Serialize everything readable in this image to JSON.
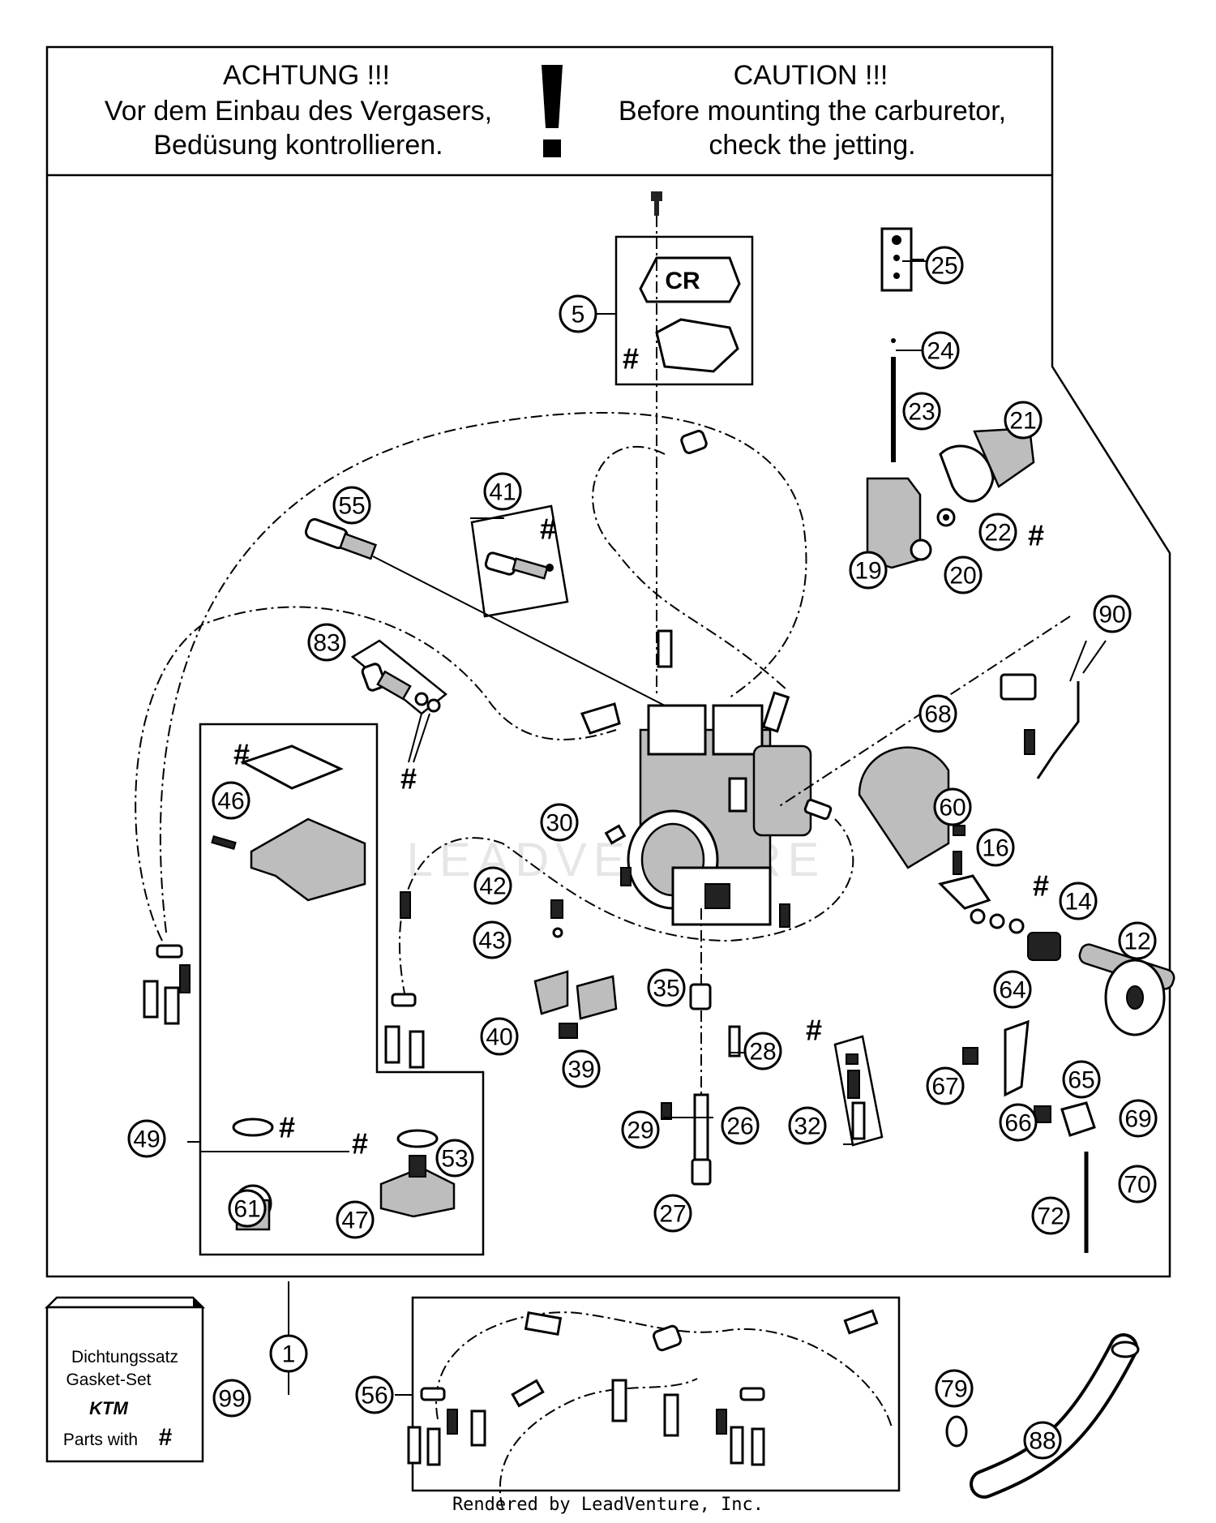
{
  "header": {
    "left_title": "ACHTUNG !!!",
    "left_line1": "Vor dem Einbau des Vergasers,",
    "left_line2": "Bedüsung kontrollieren.",
    "right_title": "CAUTION !!!",
    "right_line1": "Before mounting the carburetor,",
    "right_line2": "check the jetting."
  },
  "callouts": [
    "5",
    "25",
    "24",
    "23",
    "21",
    "22",
    "19",
    "20",
    "55",
    "41",
    "90",
    "83",
    "68",
    "46",
    "60",
    "30",
    "16",
    "14",
    "42",
    "12",
    "43",
    "35",
    "64",
    "40",
    "28",
    "39",
    "67",
    "65",
    "69",
    "49",
    "29",
    "26",
    "32",
    "66",
    "53",
    "70",
    "61",
    "47",
    "27",
    "72",
    "1",
    "56",
    "79",
    "99",
    "88"
  ],
  "markers": {
    "hash": "#"
  },
  "top_cover_lettering": "CR",
  "gasket_box": {
    "line1": "Dichtungssatz",
    "line2": "Gasket-Set",
    "brand": "KTM",
    "line3": "Parts with"
  },
  "footer": "Rendered by LeadVenture, Inc.",
  "watermark": "LEADVENTURE"
}
